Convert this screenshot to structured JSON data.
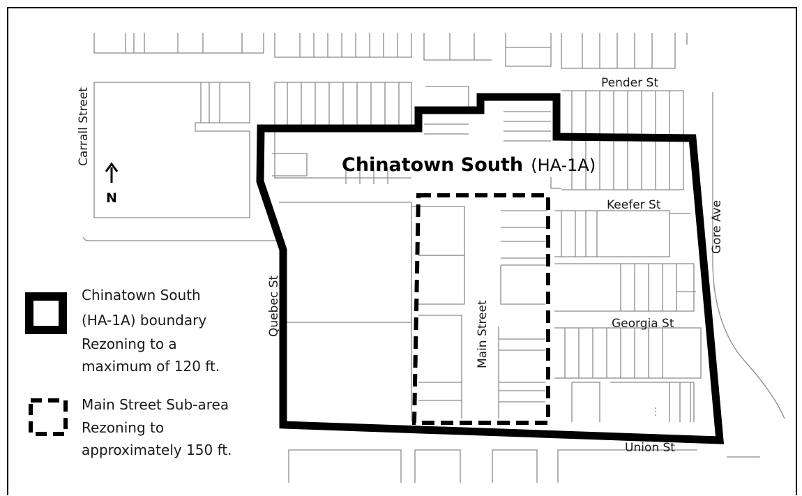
{
  "colors": {
    "boundary": "#000000",
    "lot_lines": "#8a8a8a",
    "background": "#ffffff"
  },
  "title": {
    "main": "Chinatown South",
    "code": "(HA-1A)"
  },
  "north": {
    "label": "N",
    "icon": "north-arrow-icon"
  },
  "streets": {
    "pender": "Pender St",
    "keefer": "Keefer St",
    "georgia": "Georgia St",
    "union": "Union St",
    "gore": "Gore Ave",
    "carrall": "Carrall Street",
    "quebec": "Quebec St",
    "main": "Main Street"
  },
  "legend": {
    "boundary": {
      "symbol": "solid-square-icon",
      "lines": [
        "Chinatown South",
        "(HA-1A) boundary",
        "Rezoning to a",
        "maximum of 120 ft."
      ]
    },
    "subarea": {
      "symbol": "dashed-square-icon",
      "lines": [
        "Main Street Sub-area",
        "Rezoning to",
        "approximately 150 ft."
      ]
    }
  }
}
